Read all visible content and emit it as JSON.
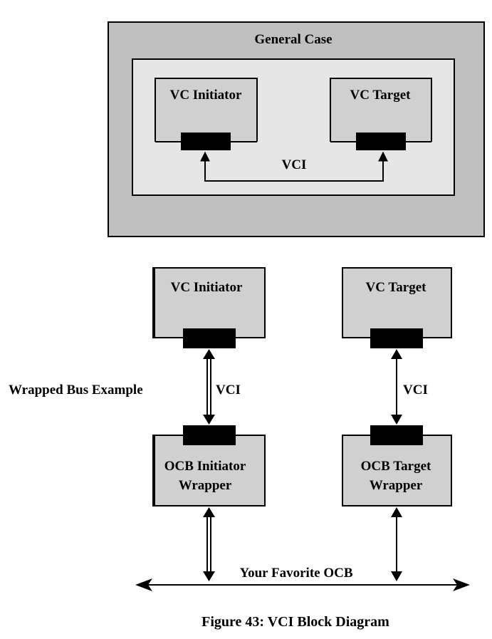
{
  "general_case": {
    "title": "General Case",
    "initiator_label": "VC Initiator",
    "target_label": "VC Target",
    "link_label": "VCI"
  },
  "wrapped_bus": {
    "section_label": "Wrapped Bus Example",
    "initiator_label": "VC Initiator",
    "target_label": "VC Target",
    "initiator_link_label": "VCI",
    "target_link_label": "VCI",
    "initiator_wrapper_line1": "OCB Initiator",
    "initiator_wrapper_line2": "Wrapper",
    "target_wrapper_line1": "OCB Target",
    "target_wrapper_line2": "Wrapper",
    "bus_label": "Your Favorite OCB"
  },
  "caption": "Figure 43: VCI Block Diagram",
  "colors": {
    "outer_panel": "#c0c0c0",
    "inner_panel": "#e6e6e6",
    "block_fill": "#d0d0d0",
    "port_fill": "#000000",
    "line": "#000000"
  }
}
